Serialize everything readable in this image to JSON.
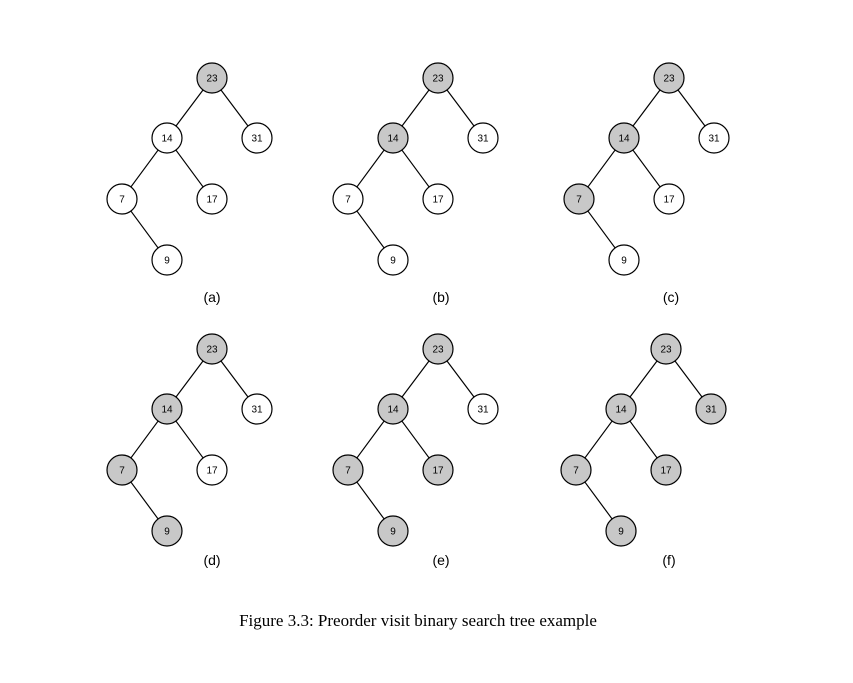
{
  "figure": {
    "caption": "Figure 3.3: Preorder visit binary search tree example"
  },
  "tree": {
    "nodes": [
      {
        "id": "n23",
        "label": "23"
      },
      {
        "id": "n14",
        "label": "14"
      },
      {
        "id": "n31",
        "label": "31"
      },
      {
        "id": "n7",
        "label": "7"
      },
      {
        "id": "n17",
        "label": "17"
      },
      {
        "id": "n9",
        "label": "9"
      }
    ],
    "edges": [
      [
        "n23",
        "n14"
      ],
      [
        "n23",
        "n31"
      ],
      [
        "n14",
        "n7"
      ],
      [
        "n14",
        "n17"
      ],
      [
        "n7",
        "n9"
      ]
    ]
  },
  "colors": {
    "visited": "#c8c8c8",
    "unvisited": "#ffffff"
  },
  "panels": [
    {
      "label": "(a)",
      "visited": [
        "n23"
      ]
    },
    {
      "label": "(b)",
      "visited": [
        "n23",
        "n14"
      ]
    },
    {
      "label": "(c)",
      "visited": [
        "n23",
        "n14",
        "n7"
      ]
    },
    {
      "label": "(d)",
      "visited": [
        "n23",
        "n14",
        "n7",
        "n9"
      ]
    },
    {
      "label": "(e)",
      "visited": [
        "n23",
        "n14",
        "n7",
        "n9",
        "n17"
      ]
    },
    {
      "label": "(f)",
      "visited": [
        "n23",
        "n14",
        "n7",
        "n9",
        "n17",
        "n31"
      ]
    }
  ]
}
